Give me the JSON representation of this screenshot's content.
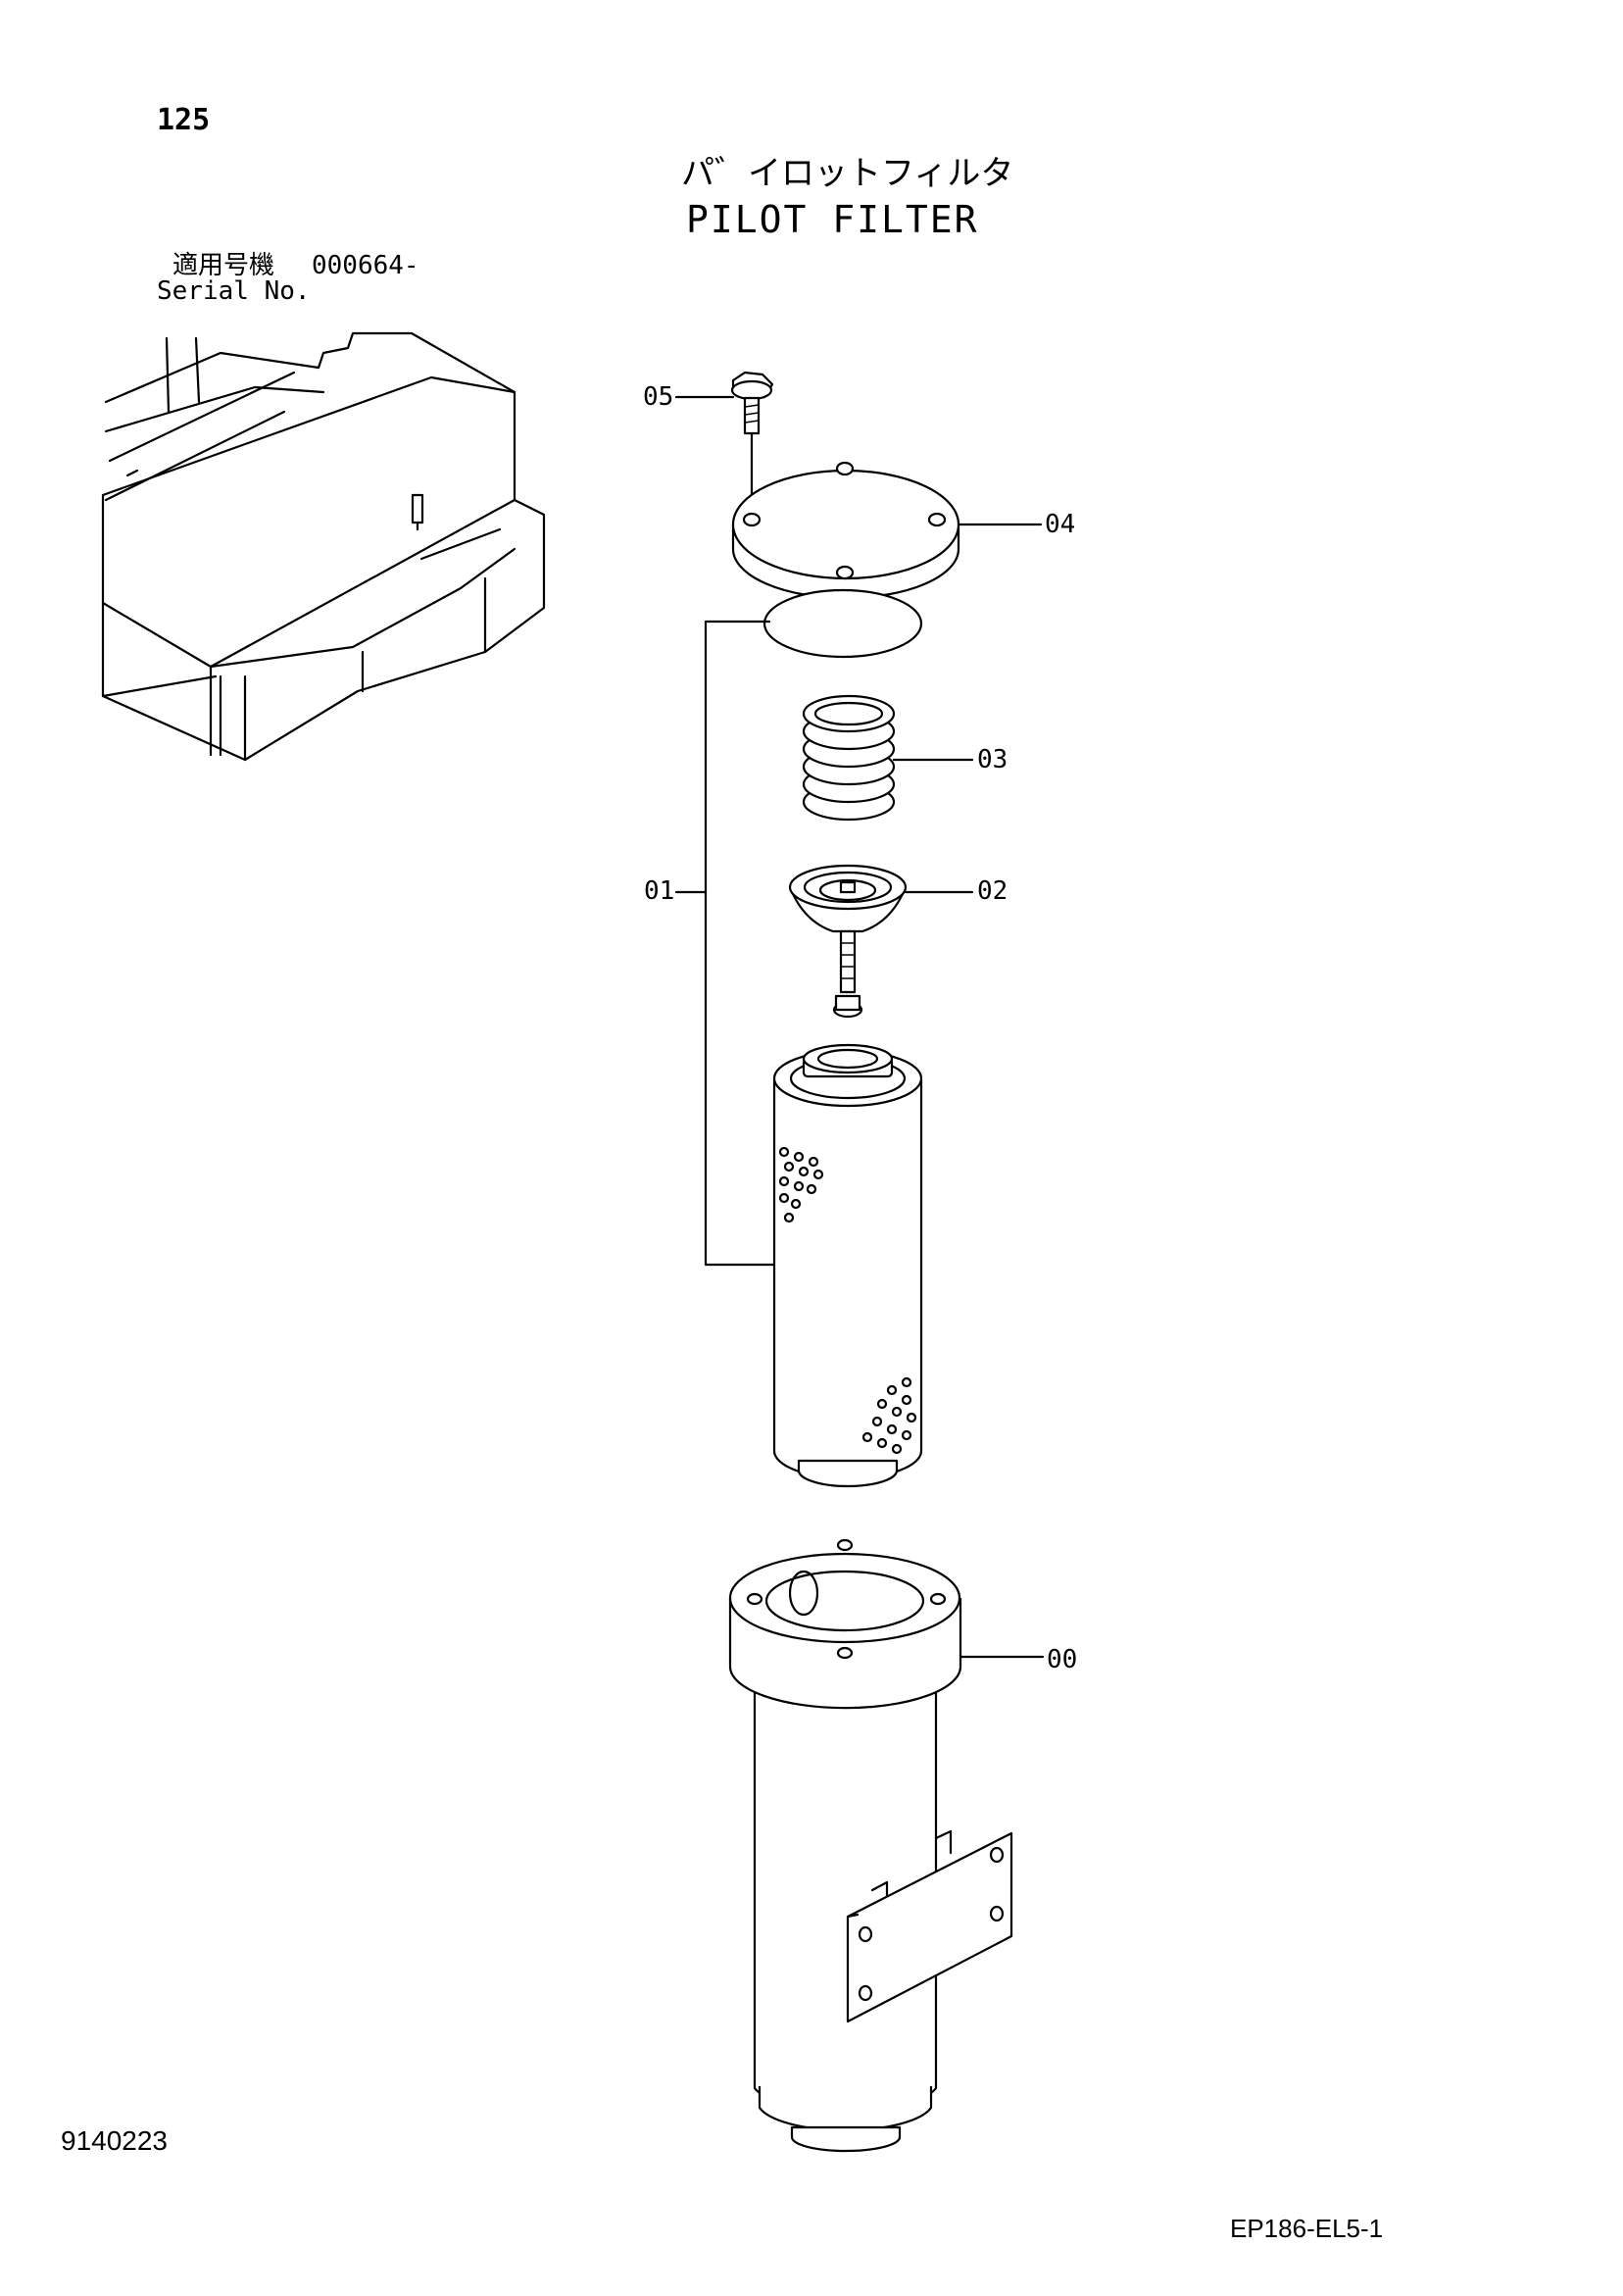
{
  "header": {
    "page_number": "125",
    "title_jp": "パ゛イロットフィルタ",
    "title_en": "PILOT FILTER",
    "serial_label_jp": "適用号機",
    "serial_value": "000664-",
    "serial_label_en": "Serial No."
  },
  "callouts": {
    "c05": "05",
    "c04": "04",
    "c03": "03",
    "c01": "01",
    "c02": "02",
    "c00": "00"
  },
  "footer": {
    "doc_number": "9140223",
    "drawing_code": "EP186-EL5-1"
  },
  "icons": {
    "location_view": "machine-cover-location-icon",
    "bolt": "bolt-icon",
    "cover": "cover-plate-icon",
    "gasket": "o-ring-icon",
    "spring": "spring-icon",
    "valve": "valve-icon",
    "element": "filter-element-icon",
    "housing": "filter-housing-icon"
  },
  "colors": {
    "ink": "#000000",
    "paper": "#ffffff"
  }
}
